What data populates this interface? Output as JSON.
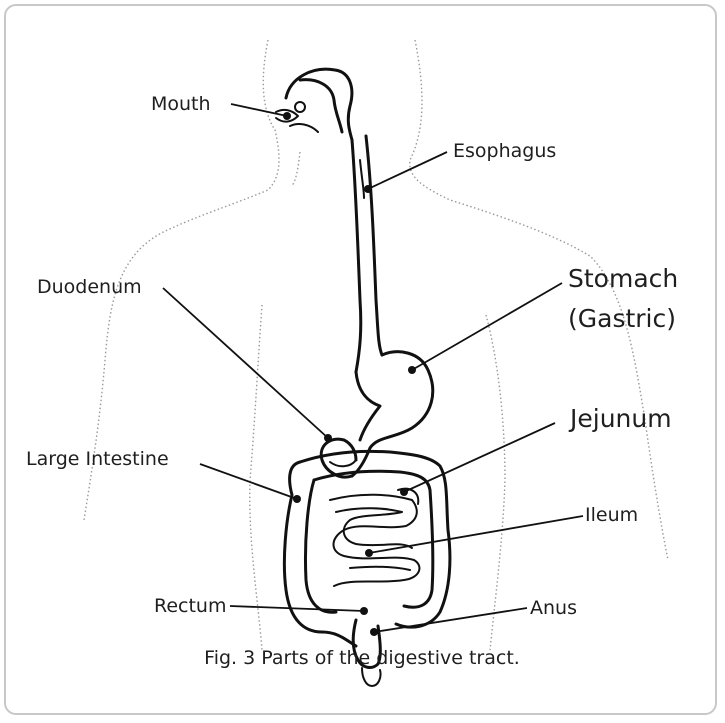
{
  "labels": {
    "mouth": "Mouth",
    "esophagus": "Esophagus",
    "duodenum": "Duodenum",
    "stomach_line1": "Stomach",
    "stomach_line2": "(Gastric)",
    "jejunum": "Jejunum",
    "large_intestine": "Large Intestine",
    "ileum": "Ileum",
    "rectum": "Rectum",
    "anus": "Anus"
  },
  "caption": "Fig. 3  Parts of the digestive tract.",
  "colors": {
    "frame": "#c8c8c8",
    "organ_stroke": "#111111",
    "body_outline": "#9a9a9a",
    "text": "#1f1f1f"
  }
}
